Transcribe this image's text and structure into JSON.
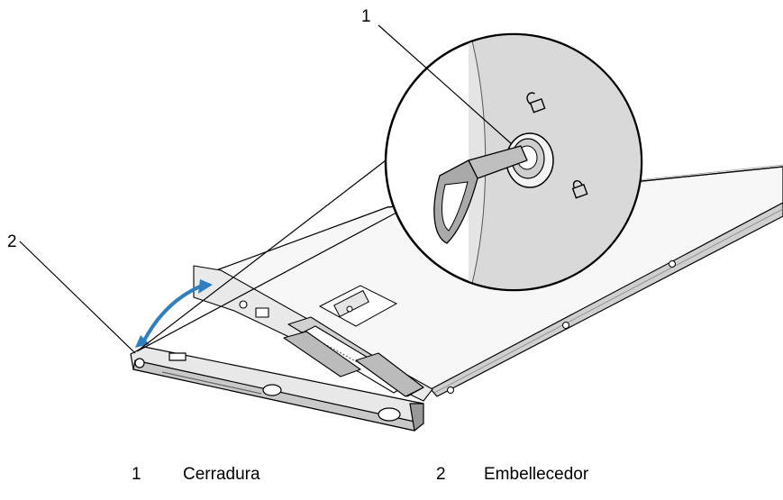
{
  "callouts": [
    {
      "number": "1"
    },
    {
      "number": "2"
    }
  ],
  "legend": [
    {
      "number": "1",
      "label": "Cerradura"
    },
    {
      "number": "2",
      "label": "Embellecedor"
    }
  ],
  "colors": {
    "arrow": "#2f7fc0",
    "line": "#000000",
    "light_gray": "#f0f0f0",
    "mid_gray": "#c8c8c8",
    "dark_gray": "#6a6a6a"
  }
}
